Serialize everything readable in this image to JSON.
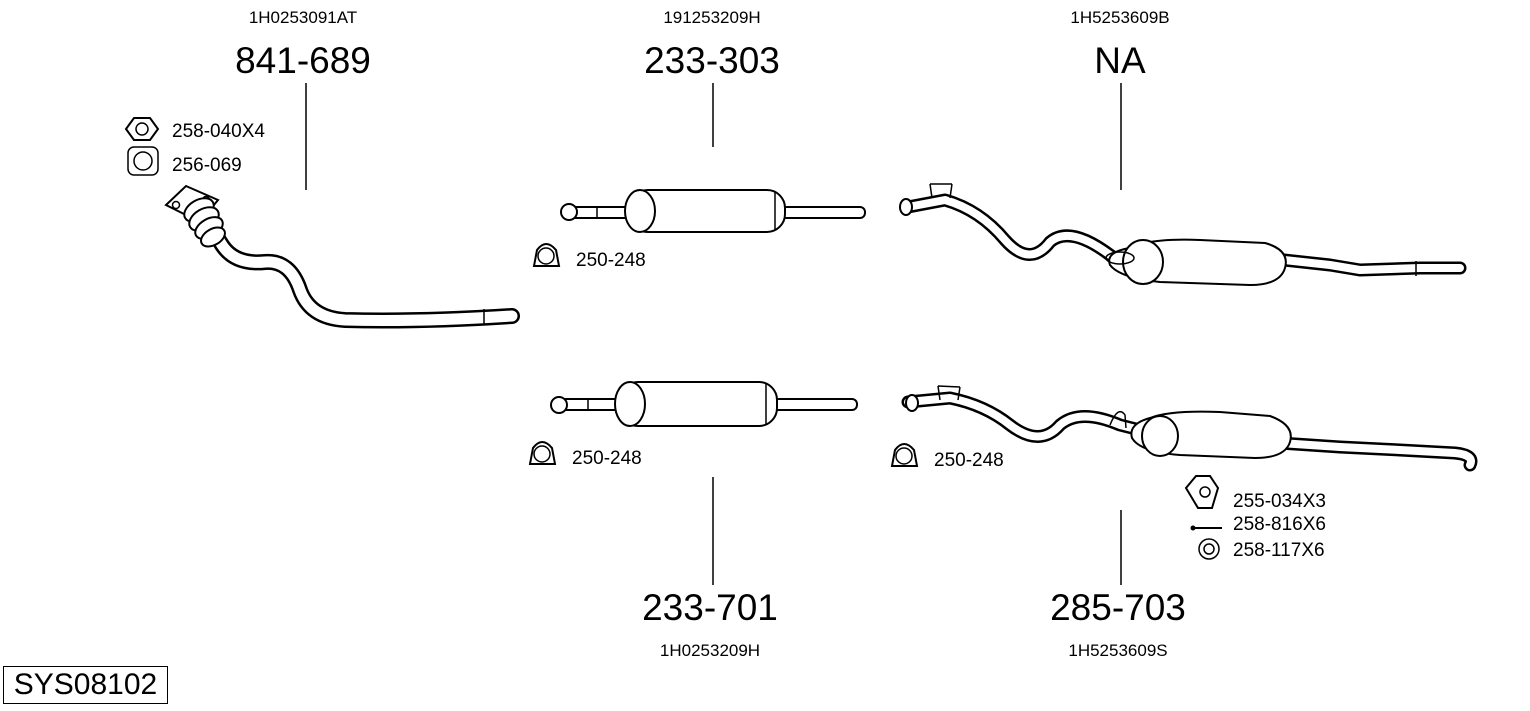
{
  "diagram": {
    "system_code": "SYS08102",
    "components": [
      {
        "oem": "1H0253091AT",
        "part": "841-689"
      },
      {
        "oem": "191253209H",
        "part": "233-303"
      },
      {
        "oem": "1H5253609B",
        "part": "NA"
      },
      {
        "oem": "1H0253209H",
        "part": "233-701"
      },
      {
        "oem": "1H5253609S",
        "part": "285-703"
      }
    ],
    "accessories": {
      "nut": "258-040X4",
      "gasket": "256-069",
      "clamp_top": "250-248",
      "clamp_middle": "250-248",
      "clamp_right": "250-248",
      "hanger": "255-034X3",
      "bolt": "258-816X6",
      "washer": "258-117X6"
    }
  }
}
